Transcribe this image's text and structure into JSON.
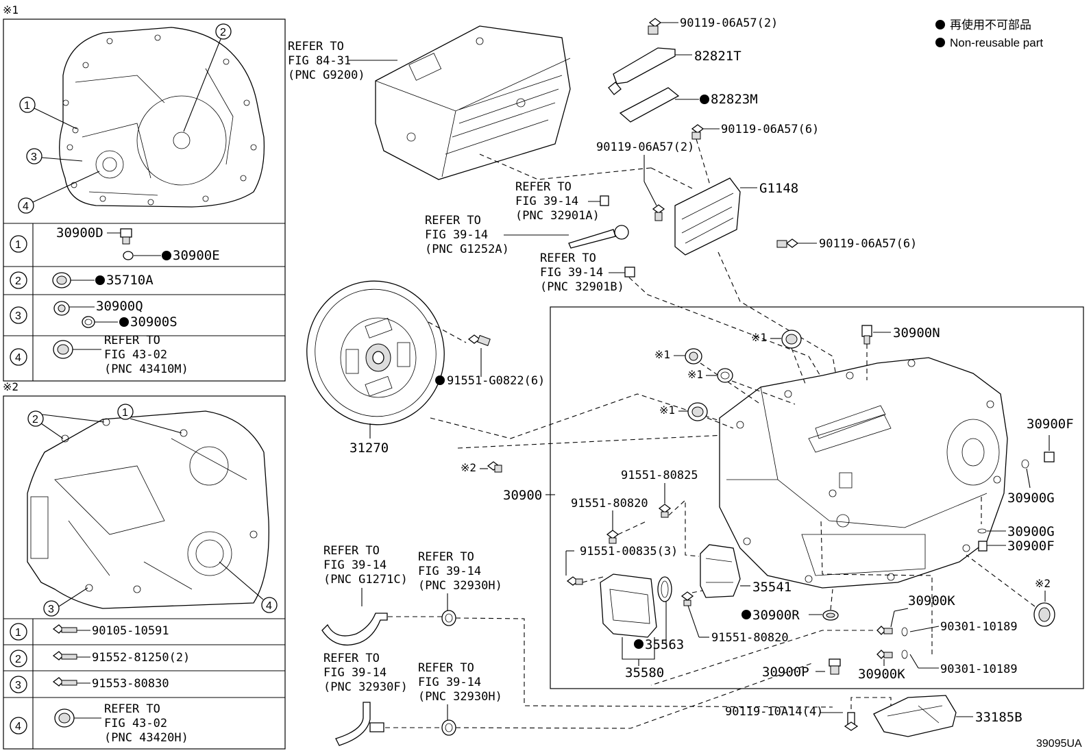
{
  "legend": {
    "jp": "再使用不可部品",
    "en": "Non-reusable part"
  },
  "inset1": {
    "mark": "※1",
    "rows": [
      {
        "num": "1",
        "labels": [
          "30900D",
          "30900E"
        ]
      },
      {
        "num": "2",
        "labels": [
          "35710A"
        ]
      },
      {
        "num": "3",
        "labels": [
          "30900Q",
          "30900S"
        ]
      },
      {
        "num": "4",
        "labels": [
          "REFER TO",
          "FIG 43-02",
          "(PNC 43410M)"
        ]
      }
    ]
  },
  "inset2": {
    "mark": "※2",
    "rows": [
      {
        "num": "1",
        "labels": [
          "90105-10591"
        ]
      },
      {
        "num": "2",
        "labels": [
          "91552-81250(2)"
        ]
      },
      {
        "num": "3",
        "labels": [
          "91553-80830"
        ]
      },
      {
        "num": "4",
        "labels": [
          "REFER TO",
          "FIG 43-02",
          "(PNC 43420H)"
        ]
      }
    ]
  },
  "callouts": {
    "inv_ref": [
      "REFER TO",
      "FIG 84-31",
      "(PNC G9200)"
    ],
    "p90119_06a57_2a": "90119-06A57(2)",
    "p82821t": "82821T",
    "p82823m": "82823M",
    "p90119_06a57_6a": "90119-06A57(6)",
    "p90119_06a57_2b": "90119-06A57(2)",
    "g1148": "G1148",
    "p90119_06a57_6b": "90119-06A57(6)",
    "ref_32901a": [
      "REFER TO",
      "FIG 39-14",
      "(PNC 32901A)"
    ],
    "ref_g1252a": [
      "REFER TO",
      "FIG 39-14",
      "(PNC G1252A)"
    ],
    "ref_32901b": [
      "REFER TO",
      "FIG 39-14",
      "(PNC 32901B)"
    ],
    "p91551_g0822": "91551-G0822(6)",
    "p31270": "31270",
    "mark2": "※2",
    "mark1a": "※1",
    "mark1b": "※1",
    "mark1c": "※1",
    "mark1d": "※1",
    "mark2b": "※2",
    "p30900n": "30900N",
    "p30900f_a": "30900F",
    "p30900g_a": "30900G",
    "p30900g_b": "30900G",
    "p30900f_b": "30900F",
    "p30900": "30900",
    "p91551_80825": "91551-80825",
    "p91551_80820a": "91551-80820",
    "p91551_00835": "91551-00835(3)",
    "p35541": "35541",
    "p30900r": "30900R",
    "p30900k_a": "30900K",
    "p30900k_b": "30900K",
    "p90301_a": "90301-10189",
    "p90301_b": "90301-10189",
    "p91551_80820b": "91551-80820",
    "p35563": "35563",
    "p35580": "35580",
    "p30900p": "30900P",
    "ref_g1271c": [
      "REFER TO",
      "FIG 39-14",
      "(PNC G1271C)"
    ],
    "ref_32930h_a": [
      "REFER TO",
      "FIG 39-14",
      "(PNC 32930H)"
    ],
    "ref_32930f": [
      "REFER TO",
      "FIG 39-14",
      "(PNC 32930F)"
    ],
    "ref_32930h_b": [
      "REFER TO",
      "FIG 39-14",
      "(PNC 32930H)"
    ],
    "p90119_10a14": "90119-10A14(4)",
    "p33185b": "33185B"
  },
  "figure_id": "39095UA"
}
